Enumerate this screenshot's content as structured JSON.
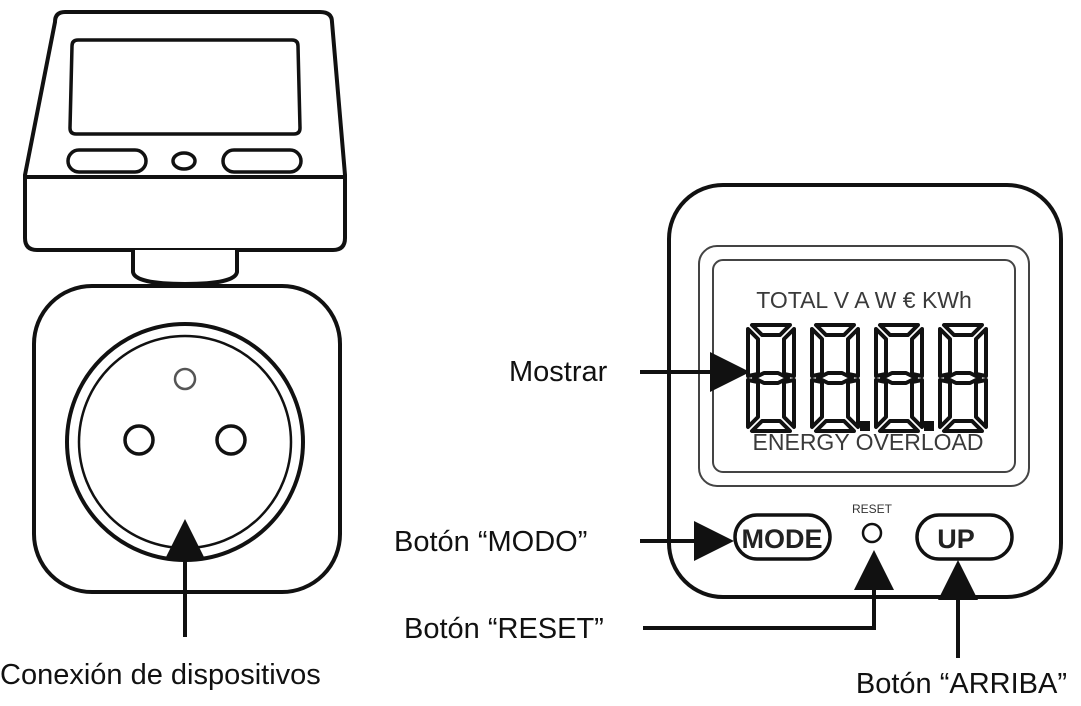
{
  "display": {
    "units_row": "TOTAL V A W € KWh",
    "digits": "88.8.8",
    "status_row": "ENERGY OVERLOAD"
  },
  "buttons": {
    "mode_label": "MODE",
    "up_label": "UP",
    "reset_label": "RESET"
  },
  "callouts": {
    "display": "Mostrar",
    "mode": "Botón “MODO”",
    "reset": "Botón “RESET”",
    "up": "Botón “ARRIBA”",
    "socket": "Conexión de dispositivos"
  },
  "colors": {
    "line": "#111111",
    "fill": "#ffffff"
  }
}
